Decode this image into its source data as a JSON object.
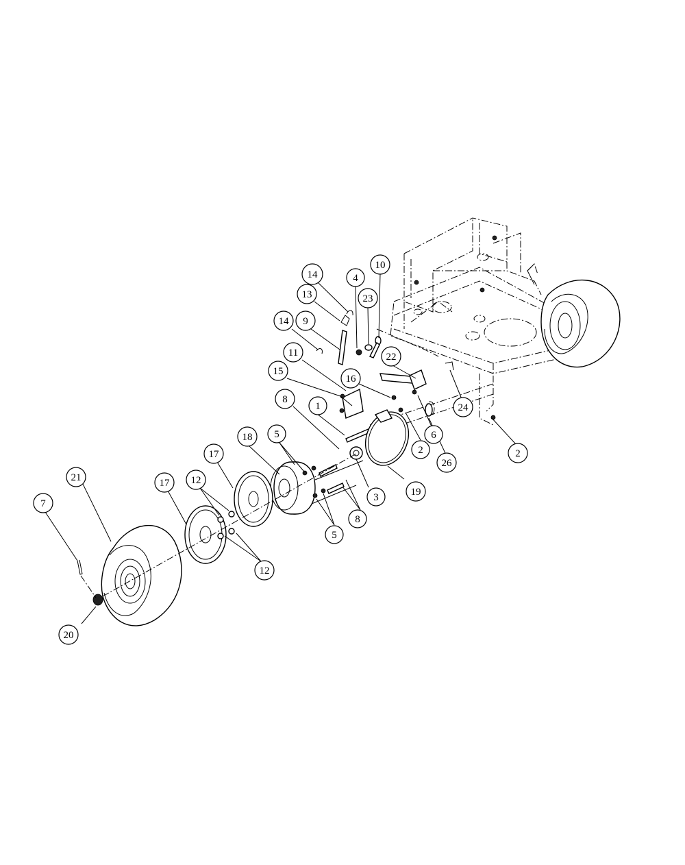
{
  "callouts": [
    {
      "id": "c14a",
      "label": "14"
    },
    {
      "id": "c4",
      "label": "4"
    },
    {
      "id": "c10",
      "label": "10"
    },
    {
      "id": "c13",
      "label": "13"
    },
    {
      "id": "c23",
      "label": "23"
    },
    {
      "id": "c14b",
      "label": "14"
    },
    {
      "id": "c9",
      "label": "9"
    },
    {
      "id": "c22",
      "label": "22"
    },
    {
      "id": "c11",
      "label": "11"
    },
    {
      "id": "c15",
      "label": "15"
    },
    {
      "id": "c16",
      "label": "16"
    },
    {
      "id": "c24",
      "label": "24"
    },
    {
      "id": "c1",
      "label": "1"
    },
    {
      "id": "c8a",
      "label": "8"
    },
    {
      "id": "c6",
      "label": "6"
    },
    {
      "id": "c5a",
      "label": "5"
    },
    {
      "id": "c18",
      "label": "18"
    },
    {
      "id": "c2a",
      "label": "2"
    },
    {
      "id": "c2b",
      "label": "2"
    },
    {
      "id": "c26",
      "label": "26"
    },
    {
      "id": "c17a",
      "label": "17"
    },
    {
      "id": "c21",
      "label": "21"
    },
    {
      "id": "c12a",
      "label": "12"
    },
    {
      "id": "c17b",
      "label": "17"
    },
    {
      "id": "c3",
      "label": "3"
    },
    {
      "id": "c19",
      "label": "19"
    },
    {
      "id": "c7",
      "label": "7"
    },
    {
      "id": "c8b",
      "label": "8"
    },
    {
      "id": "c5b",
      "label": "5"
    },
    {
      "id": "c12b",
      "label": "12"
    },
    {
      "id": "c20",
      "label": "20"
    }
  ]
}
